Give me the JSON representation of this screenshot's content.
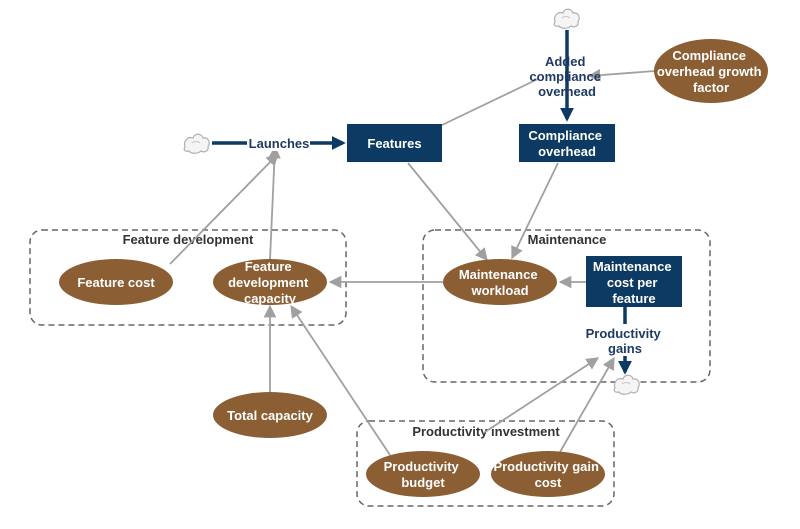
{
  "colors": {
    "stock": "#0d3a62",
    "variable": "#8b5e34",
    "flow": "#0d3a62",
    "link": "#a0a0a0",
    "group_border": "#666666",
    "flow_label": "#1f3b63",
    "text_light": "#ffffff"
  },
  "groups": {
    "feature_development": "Feature development",
    "maintenance": "Maintenance",
    "productivity_investment": "Productivity investment"
  },
  "stocks": {
    "features": "Features",
    "compliance_overhead": [
      "Compliance",
      "overhead"
    ],
    "maintenance_cost_per_feature": [
      "Maintenance",
      "cost per",
      "feature"
    ]
  },
  "flows": {
    "launches": "Launches",
    "added_compliance_overhead": [
      "Added",
      "compliance",
      "overhead"
    ],
    "productivity_gains": [
      "Productivity",
      "gains"
    ]
  },
  "variables": {
    "compliance_growth": [
      "Compliance",
      "overhead growth",
      "factor"
    ],
    "feature_cost": "Feature cost",
    "feature_dev_capacity": [
      "Feature",
      "development",
      "capacity"
    ],
    "maintenance_workload": [
      "Maintenance",
      "workload"
    ],
    "total_capacity": "Total capacity",
    "productivity_budget": [
      "Productivity",
      "budget"
    ],
    "productivity_gain_cost": [
      "Productivity gain",
      "cost"
    ]
  }
}
